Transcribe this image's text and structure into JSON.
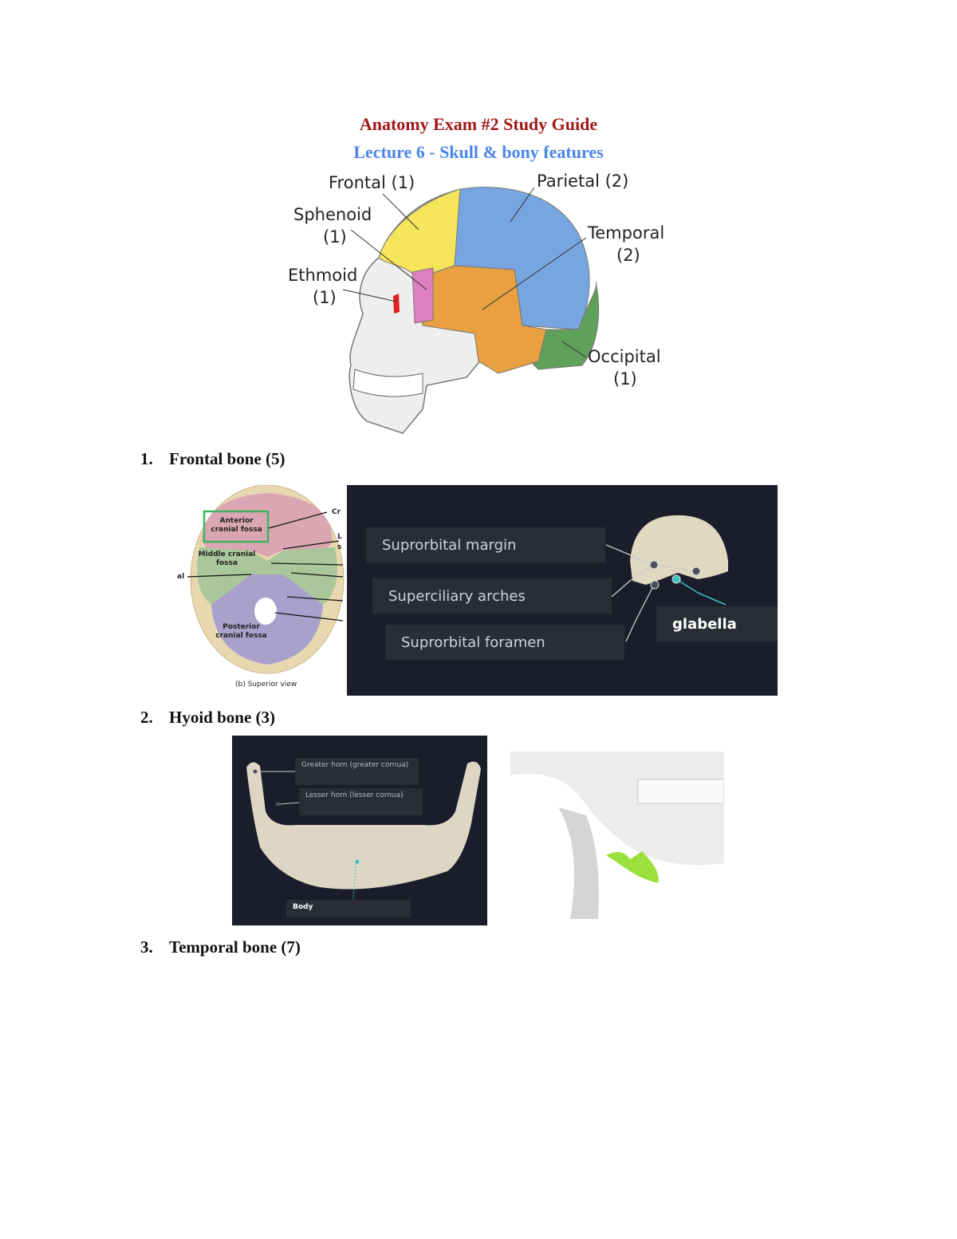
{
  "title": "Anatomy Exam #2 Study Guide",
  "subtitle": "Lecture 6 - Skull & bony features",
  "skull_labels": {
    "frontal": "Frontal (1)",
    "parietal": "Parietal (2)",
    "sphenoid": "Sphenoid",
    "sphenoid_count": "(1)",
    "temporal": "Temporal",
    "temporal_count": "(2)",
    "ethmoid": "Ethmoid",
    "ethmoid_count": "(1)",
    "occipital": "Occipital",
    "occipital_count": "(1)"
  },
  "sections": [
    {
      "num": "1.",
      "label": "Frontal bone (5)"
    },
    {
      "num": "2.",
      "label": "Hyoid bone (3)"
    },
    {
      "num": "3.",
      "label": "Temporal bone (7)"
    }
  ],
  "cranial_fossa": {
    "anterior": "Anterior cranial fossa",
    "middle": "Middle cranial fossa",
    "posterior": "Posterior cranial fossa",
    "caption": "(b) Superior view",
    "cut_labels": [
      "Cr",
      "L",
      "s",
      "al"
    ]
  },
  "frontal_labels": {
    "suprorbital_margin": "Suprorbital margin",
    "superciliary_arches": "Superciliary arches",
    "suprorbital_foramen": "Suprorbital foramen",
    "glabella": "glabella"
  },
  "hyoid_labels": {
    "greater_horn": "Greater horn (greater cornua)",
    "lesser_horn": "Lesser horn (lesser cornua)",
    "body": "Body"
  },
  "colors": {
    "title": "#a01818",
    "subtitle": "#4a86e8",
    "panel": "#1b1e2a",
    "frontal": "#f6e45a",
    "parietal": "#76a5e0",
    "temporal": "#e9a040",
    "occipital": "#5fa05a",
    "sphenoid": "#dd7fc0",
    "ethmoid": "#e02020"
  }
}
